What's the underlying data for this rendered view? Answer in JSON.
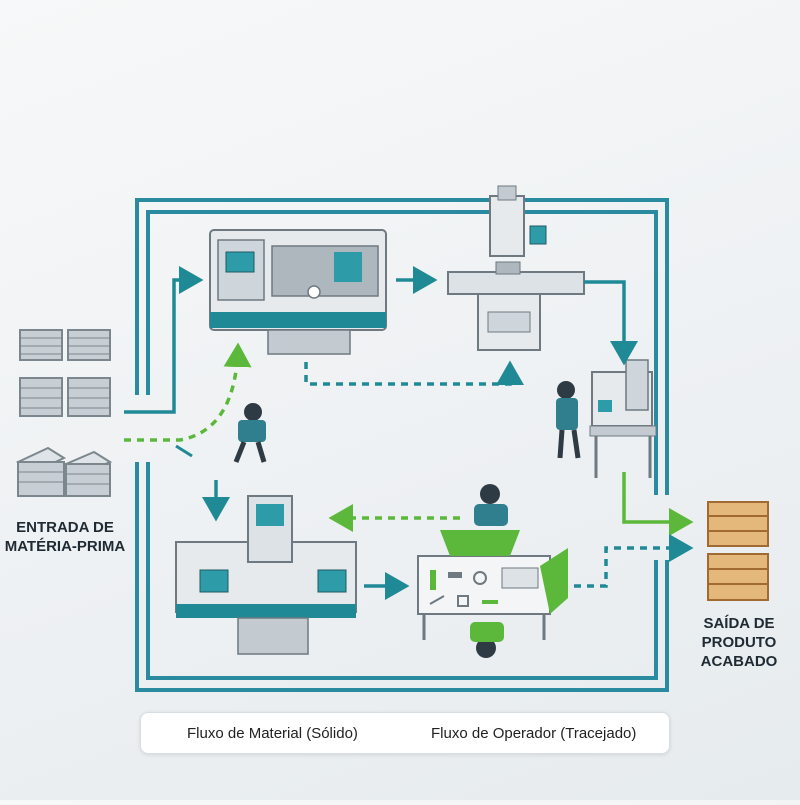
{
  "labels": {
    "input": [
      "ENTRADA DE",
      "MATÉRIA-PRIMA"
    ],
    "output": [
      "SAÍDA DE",
      "PRODUTO",
      "ACABADO"
    ]
  },
  "legend": {
    "material": "Fluxo de Material (Sólido)",
    "operator": "Fluxo de Operador (Tracejado)"
  },
  "colors": {
    "teal": "#1f8a96",
    "green": "#5cb83a",
    "border": "#2a8aa0",
    "machine": "#dde2e6",
    "machine_dark": "#8c969e",
    "screen": "#2d9ba8",
    "pallet": "#c98f4f",
    "worker": "#2f7f8f"
  }
}
